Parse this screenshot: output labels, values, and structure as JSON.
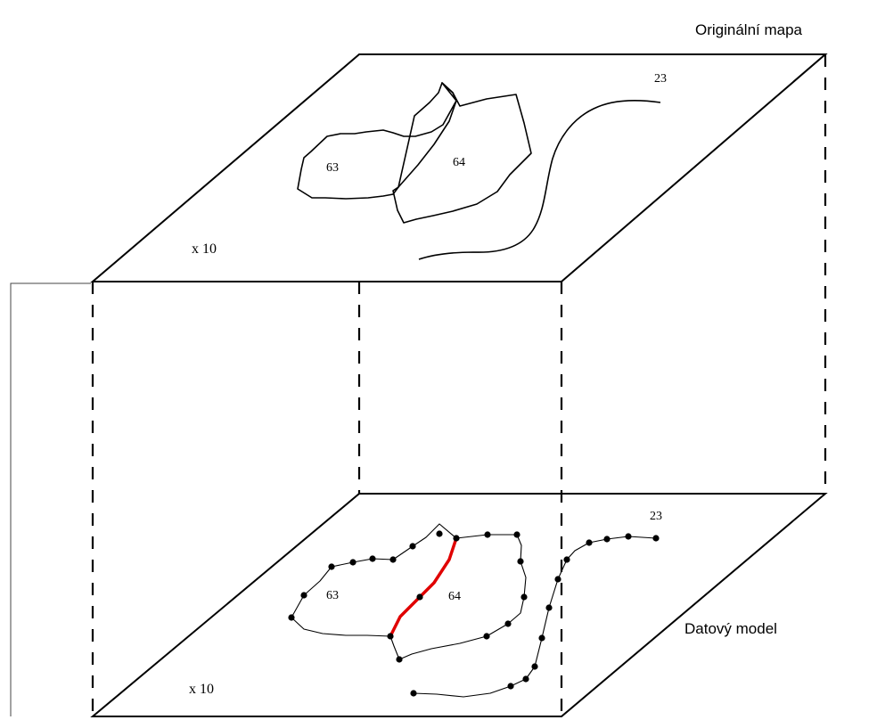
{
  "labels": {
    "original_map": "Originální mapa",
    "data_model": "Datový model"
  },
  "original_map": {
    "polygon_a": "63",
    "polygon_b": "64",
    "line": "23",
    "scale": "x 10"
  },
  "data_model": {
    "polygon_a": "63",
    "polygon_b": "64",
    "line": "23",
    "scale": "x 10"
  },
  "colors": {
    "shared_boundary": "#e00000",
    "lines": "#000000"
  }
}
